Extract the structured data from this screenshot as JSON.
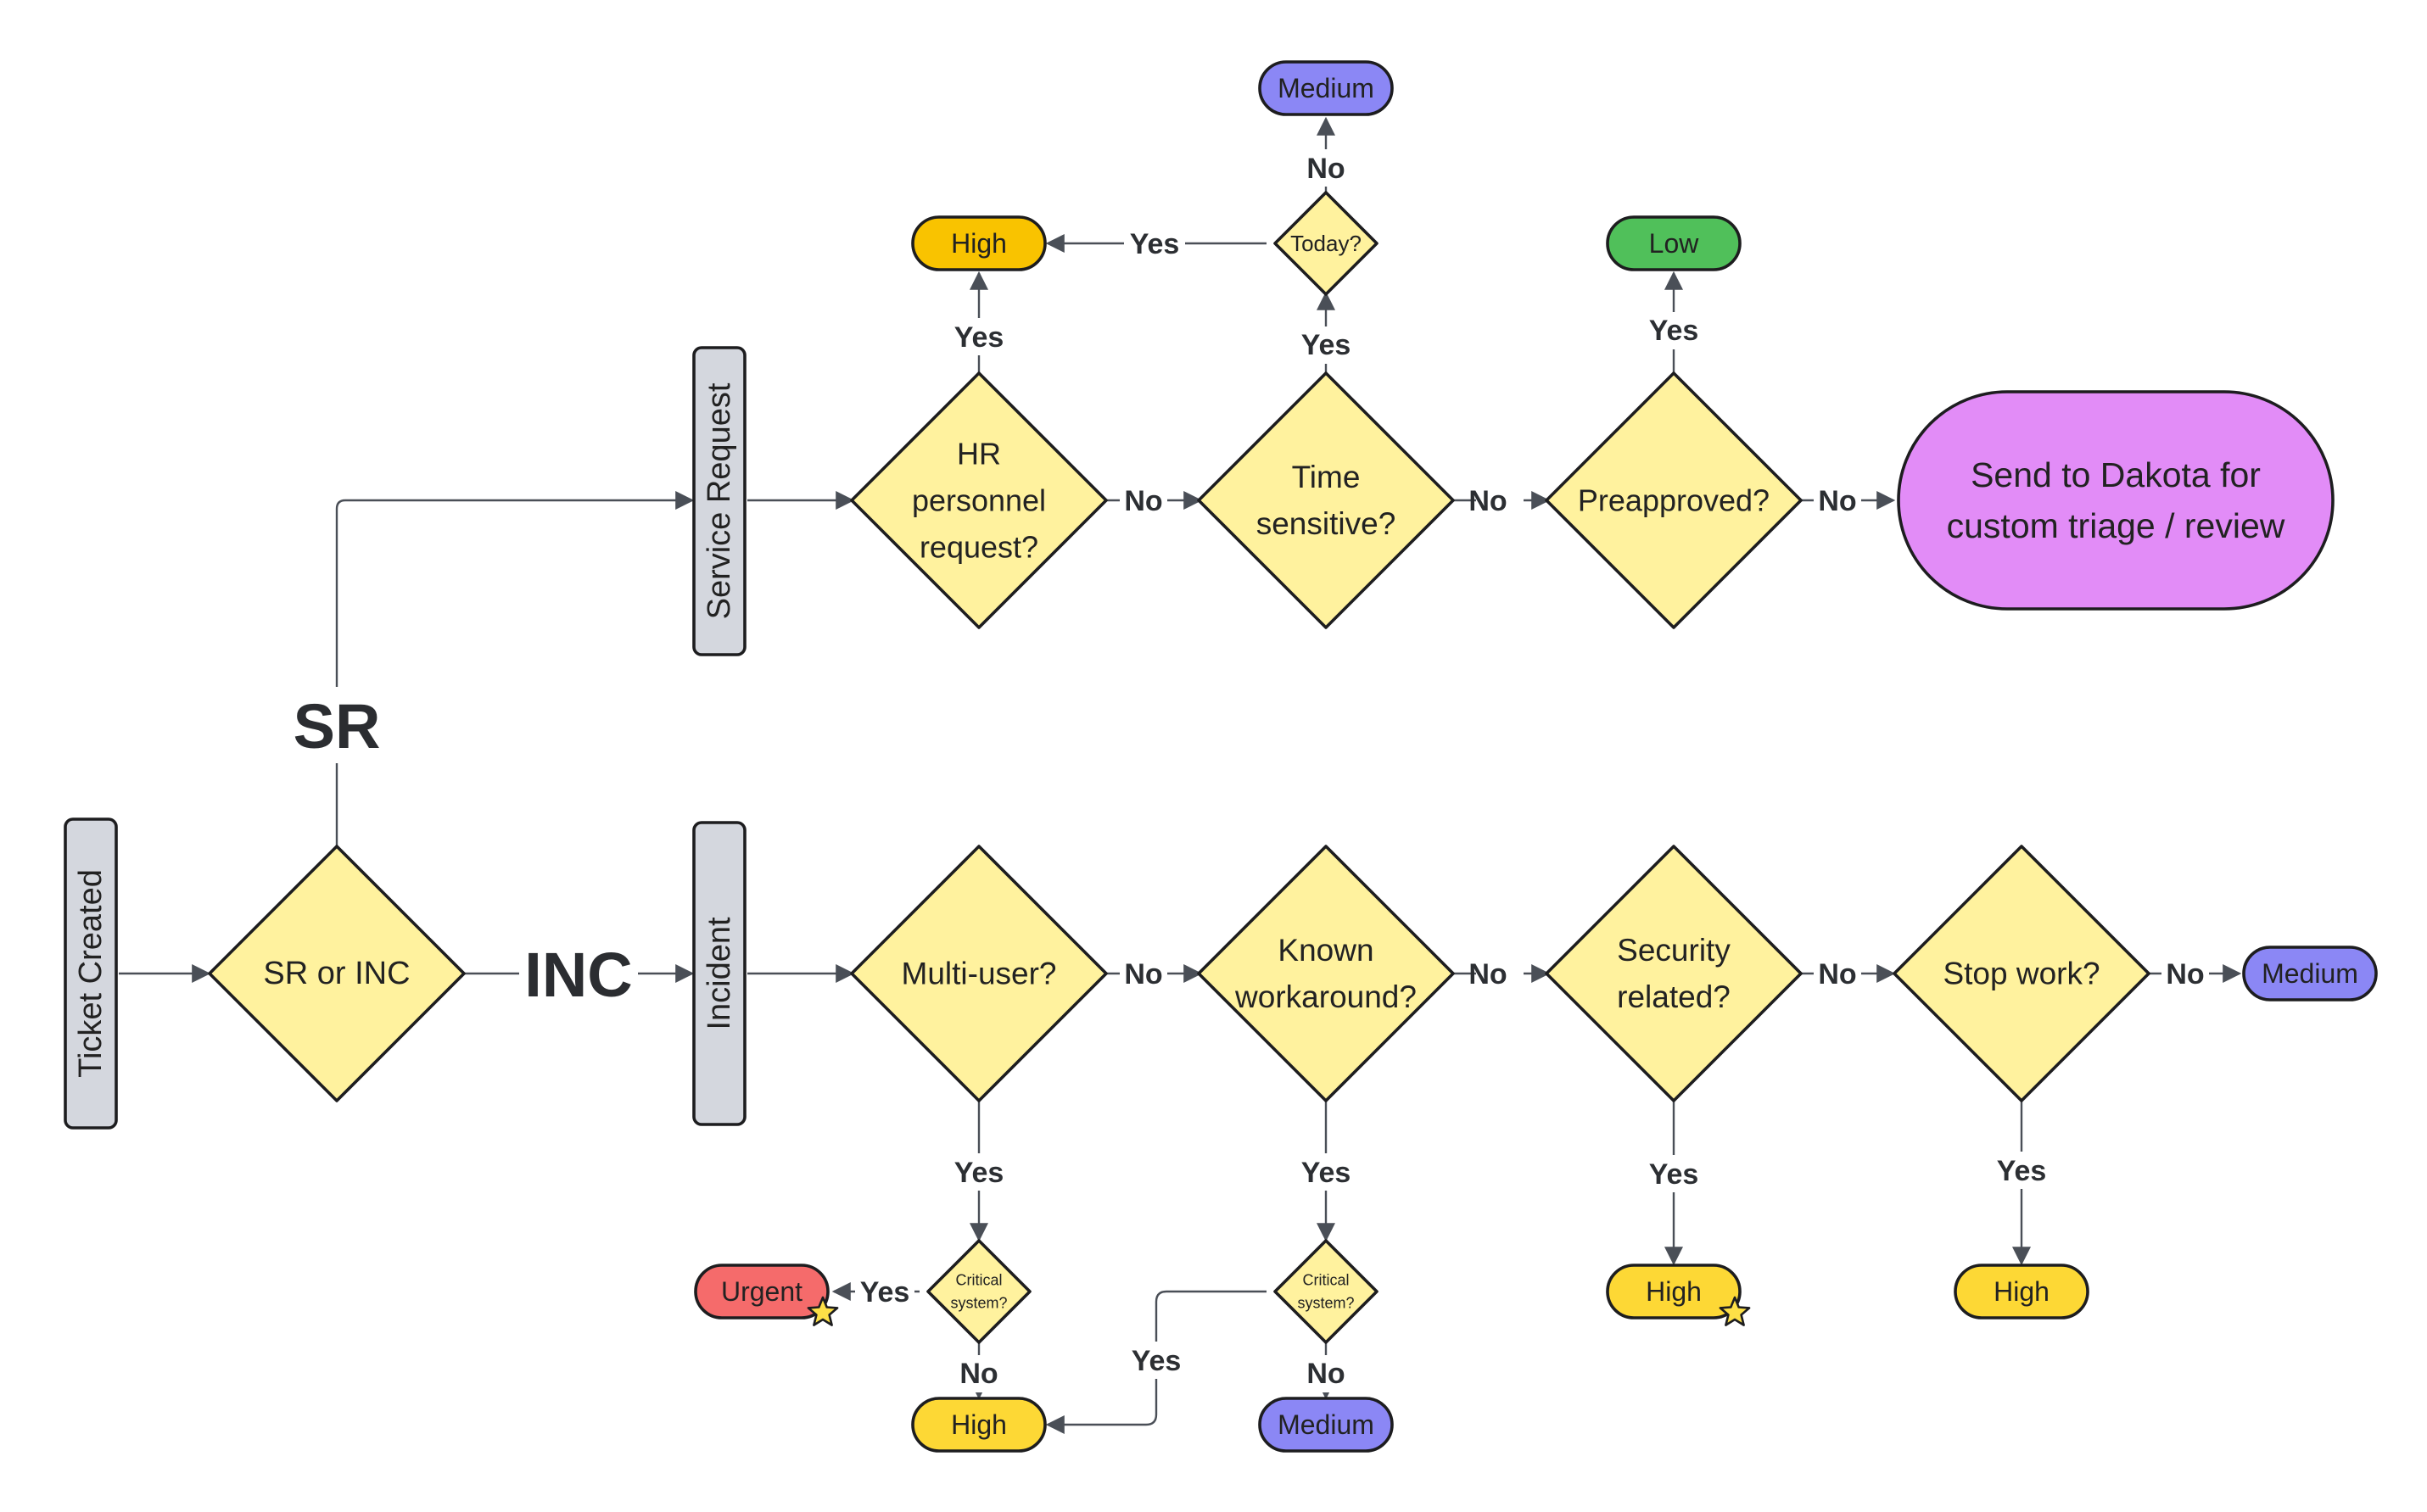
{
  "colors": {
    "decision": "#fff29e",
    "lane": "#d4d7de",
    "medium": "#8b87f5",
    "high": "#fdd835",
    "high_today": "#f9c300",
    "low": "#50c05a",
    "urgent": "#f56b6b",
    "custom": "#e28cf7",
    "star": "#fde047"
  },
  "lanes": {
    "ticket_created": "Ticket Created",
    "service_request": "Service Request",
    "incident": "Incident"
  },
  "branch_labels": {
    "sr": "SR",
    "inc": "INC"
  },
  "decisions": {
    "sr_or_inc": [
      "SR or INC"
    ],
    "hr": [
      "HR",
      "personnel",
      "request?"
    ],
    "time": [
      "Time",
      "sensitive?"
    ],
    "today": [
      "Today?"
    ],
    "preapproved": [
      "Preapproved?"
    ],
    "multi": [
      "Multi-user?"
    ],
    "known": [
      "Known",
      "workaround?"
    ],
    "security": [
      "Security",
      "related?"
    ],
    "stop": [
      "Stop work?"
    ],
    "crit1": [
      "Critical",
      "system?"
    ],
    "crit2": [
      "Critical",
      "system?"
    ]
  },
  "outcomes": {
    "medium_today": "Medium",
    "high_hr": "High",
    "low": "Low",
    "custom": [
      "Send to Dakota for",
      "custom triage / review"
    ],
    "medium_stop": "Medium",
    "urgent": "Urgent",
    "high_crit1": "High",
    "medium_crit2": "Medium",
    "high_security": "High",
    "high_stop": "High"
  },
  "edge_labels": {
    "yes": "Yes",
    "no": "No"
  },
  "flagged_outcomes": [
    "urgent",
    "high_security"
  ]
}
